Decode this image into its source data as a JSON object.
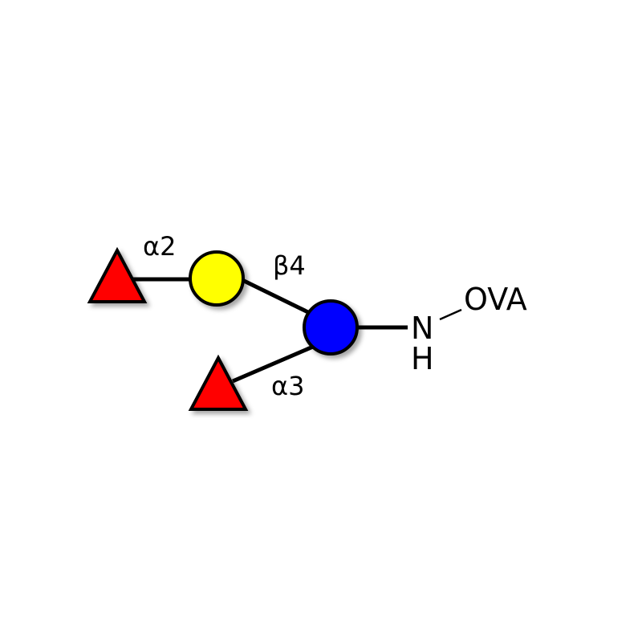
{
  "labels": {
    "link_fuc1": "α2",
    "link_gal": "β4",
    "link_fuc2": "α3",
    "n": "N",
    "h": "H",
    "ova": "OVA"
  },
  "colors": {
    "fucose": "#ff0000",
    "galactose": "#ffff00",
    "glcnac": "#0000ff",
    "line": "#000000"
  }
}
